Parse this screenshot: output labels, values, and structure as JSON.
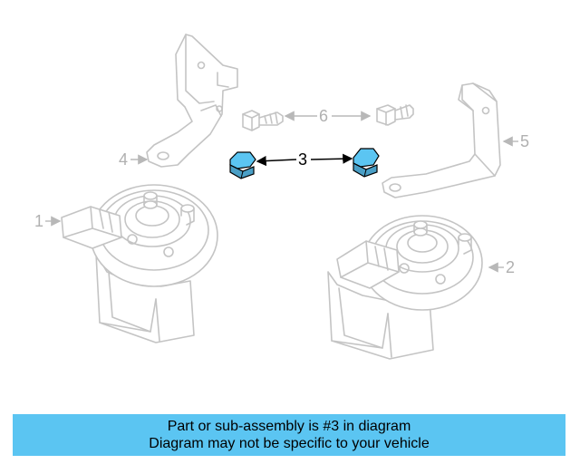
{
  "diagram": {
    "callouts": {
      "c1": "1",
      "c2": "2",
      "c3": "3",
      "c4": "4",
      "c5": "5",
      "c6": "6"
    },
    "highlight_color": "#5bc5f2",
    "ghost_color": "#c4c4c4"
  },
  "banner": {
    "line1": "Part or sub-assembly is #3 in diagram",
    "line2": "Diagram may not be specific to your vehicle",
    "background": "#5bc5f2"
  }
}
